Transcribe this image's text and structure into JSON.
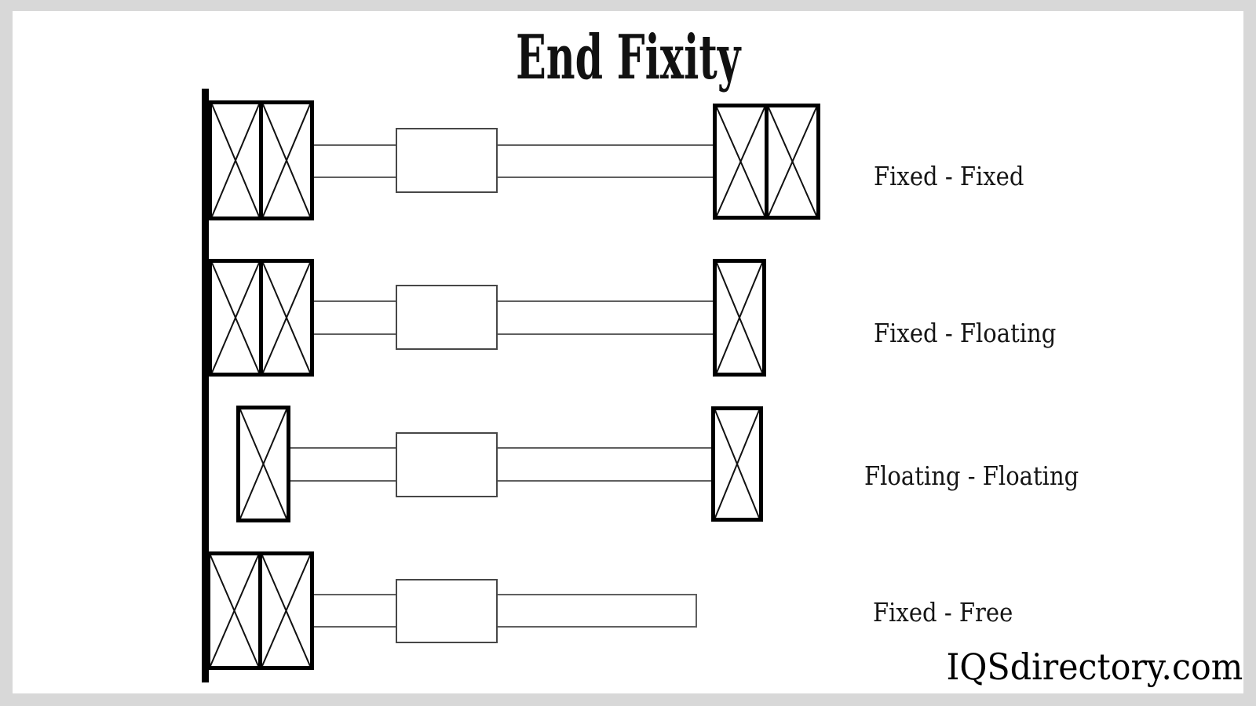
{
  "title": "End Fixity",
  "watermark": "IQSdirectory.com",
  "colors": {
    "frame": "#d8d8d8",
    "background": "#ffffff",
    "ink": "#000000",
    "shaft_line": "#5f5f5f"
  },
  "diagram": {
    "rows": [
      {
        "label": "Fixed - Fixed",
        "left_end": "fixed-double-bearing-at-wall",
        "right_end": "fixed-double-bearing"
      },
      {
        "label": "Fixed - Floating",
        "left_end": "fixed-double-bearing-at-wall",
        "right_end": "floating-single-bearing"
      },
      {
        "label": "Floating - Floating",
        "left_end": "floating-single-bearing",
        "right_end": "floating-single-bearing"
      },
      {
        "label": "Fixed - Free",
        "left_end": "fixed-double-bearing-at-wall",
        "right_end": "free-end"
      }
    ]
  }
}
